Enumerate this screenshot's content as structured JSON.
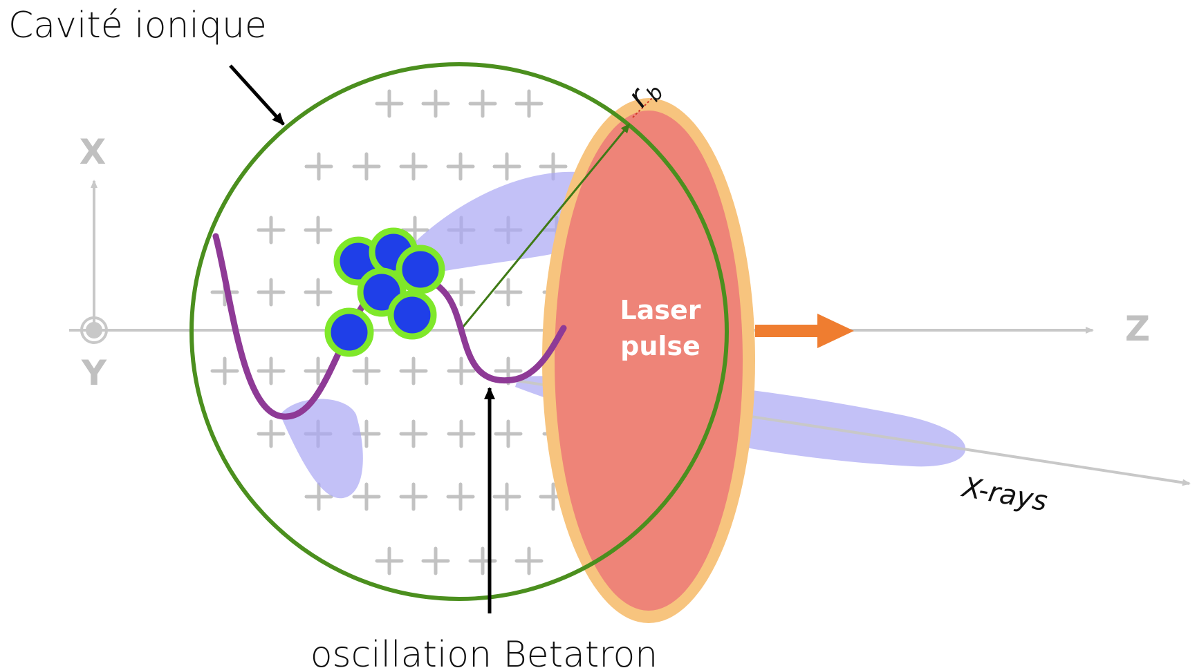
{
  "labels": {
    "cavity": "Cavité ionique",
    "oscillation": "oscillation Betatron",
    "laser_line1": "Laser",
    "laser_line2": "pulse",
    "xrays": "X-rays",
    "radius": "r",
    "radius_sub": "b"
  },
  "axes": {
    "x": "X",
    "y": "Y",
    "z": "Z"
  },
  "colors": {
    "cavity": "#4b8f1e",
    "trajectory": "#8e3a96",
    "electron_fill": "#1f3fe8",
    "electron_ring": "#7fe82a",
    "laser_outer": "#f7c47e",
    "laser_inner": "#ee8478",
    "arrow_z": "#ef7d30",
    "radiation": "#a9a6f4",
    "axis": "#c8c8c8",
    "ion_plus": "#c2c2c2"
  },
  "icons": {
    "ion_marker": "plus-sign",
    "beam": "arrow-right-icon"
  }
}
